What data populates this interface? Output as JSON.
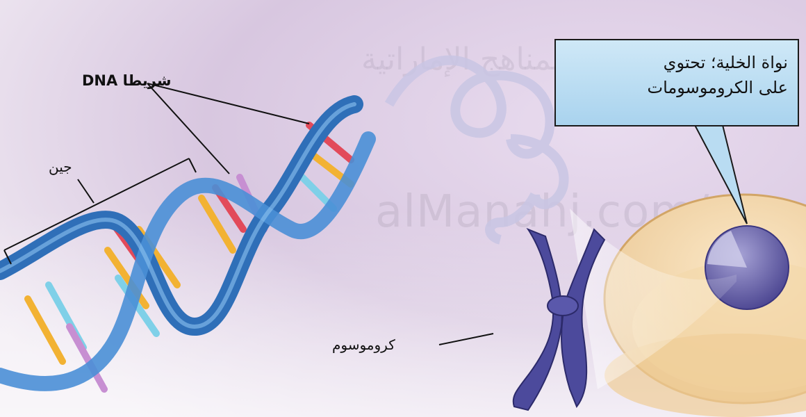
{
  "labels": {
    "dna_strand": "شريطا DNA",
    "gene": "جين",
    "chromosome": "كروموسوم",
    "nucleus_line1": "نواة الخلية؛ تحتوي",
    "nucleus_line2": "على الكروموسومات"
  },
  "watermark": {
    "latin": "alManahj.com/ae",
    "arabic": "موقع المناهج الإماراتية"
  },
  "colors": {
    "dna_blue": "#2f6fb8",
    "callout_fill": "#b9dcf2",
    "background_purple": "#d9c9e2"
  }
}
